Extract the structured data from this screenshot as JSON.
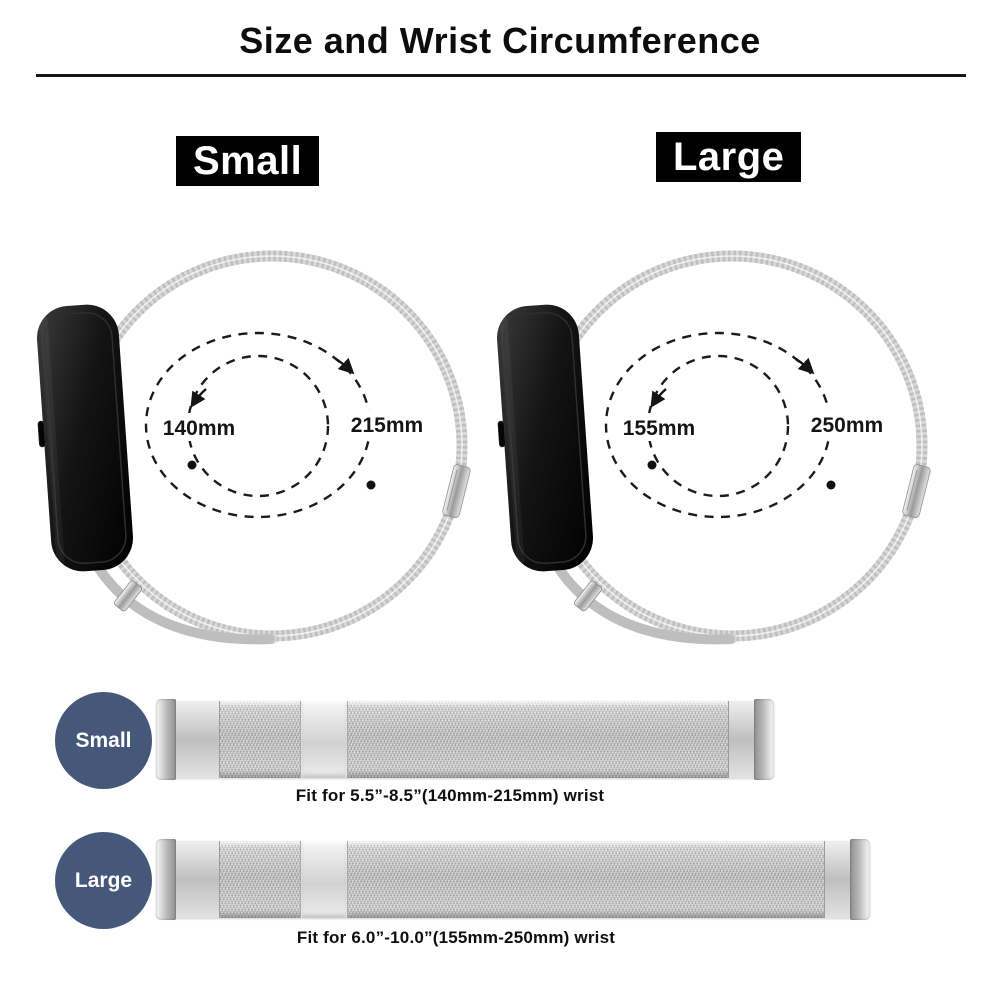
{
  "title": "Size and Wrist Circumference",
  "diagrams": {
    "small": {
      "badge": "Small",
      "inner_mm": "140mm",
      "outer_mm": "215mm"
    },
    "large": {
      "badge": "Large",
      "inner_mm": "155mm",
      "outer_mm": "250mm"
    }
  },
  "straps": {
    "small": {
      "label": "Small",
      "fit": "Fit for 5.5”-8.5”(140mm-215mm) wrist"
    },
    "large": {
      "label": "Large",
      "fit": "Fit for 6.0”-10.0”(155mm-250mm) wrist"
    }
  },
  "colors": {
    "badge_bg": "#000000",
    "badge_text": "#ffffff",
    "size_circle_bg": "#46587a",
    "text": "#111111",
    "band_silver": "#d8d8d8"
  }
}
